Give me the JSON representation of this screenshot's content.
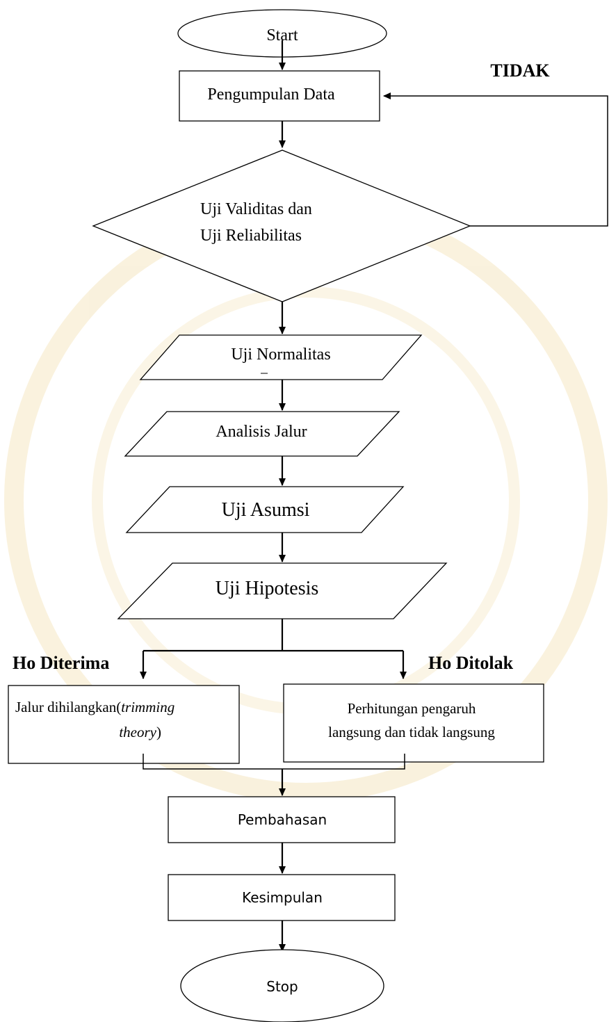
{
  "flowchart": {
    "start": "Start",
    "pengumpulan": "Pengumpulan Data",
    "tidak": "TIDAK",
    "validitas_line1": "Uji Validitas dan",
    "validitas_line2": "Uji Reliabilitas",
    "normalitas": "Uji Normalitas",
    "analisis": "Analisis Jalur",
    "asumsi": "Uji Asumsi",
    "hipotesis": "Uji Hipotesis",
    "ho_diterima": "Ho Diterima",
    "ho_ditolak": "Ho Ditolak",
    "jalur_prefix": "Jalur dihilangkan(",
    "jalur_italic1": "trimming",
    "jalur_italic2": "theory",
    "jalur_suffix": ")",
    "perhitungan_line1": "Perhitungan pengaruh",
    "perhitungan_line2": "langsung dan tidak langsung",
    "pembahasan": "Pembahasan",
    "kesimpulan": "Kesimpulan",
    "stop": "Stop"
  },
  "colors": {
    "stroke": "#000000",
    "watermark": "#f0d9a0"
  }
}
